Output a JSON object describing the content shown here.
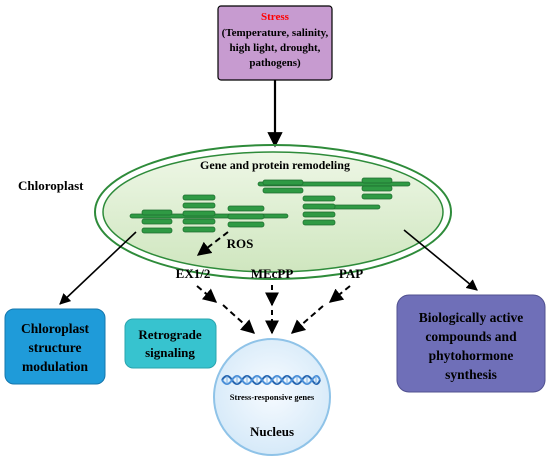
{
  "stress": {
    "title": "Stress",
    "lines": [
      "(Temperature, salinity,",
      "high light, drought,",
      "pathogens)"
    ]
  },
  "chloroplast": {
    "label": "Chloroplast",
    "inner_title": "Gene and protein remodeling"
  },
  "signals": {
    "ros": "ROS",
    "ex": "EX1/2",
    "mecpp": "MEcPP",
    "pap": "PAP"
  },
  "outcomes": {
    "left": [
      "Chloroplast",
      "structure",
      "modulation"
    ],
    "retrograde": [
      "Retrograde",
      "signaling"
    ],
    "right": [
      "Biologically active",
      "compounds and",
      "phytohormone",
      "synthesis"
    ]
  },
  "nucleus": {
    "genes_label": "Stress-responsive genes",
    "label": "Nucleus"
  },
  "colors": {
    "stress_box": "#c79bd0",
    "stress_title": "#ff0000",
    "chloroplast_fill": "#d7ecc9",
    "chloroplast_stroke": "#2e8b3a",
    "thylakoid": "#2f9a44",
    "left_box": "#1f9bd9",
    "retro_box": "#37c3cf",
    "right_box": "#6f6fb8",
    "nucleus_fill": "#e3f1fb",
    "dna": "#2565b0"
  }
}
